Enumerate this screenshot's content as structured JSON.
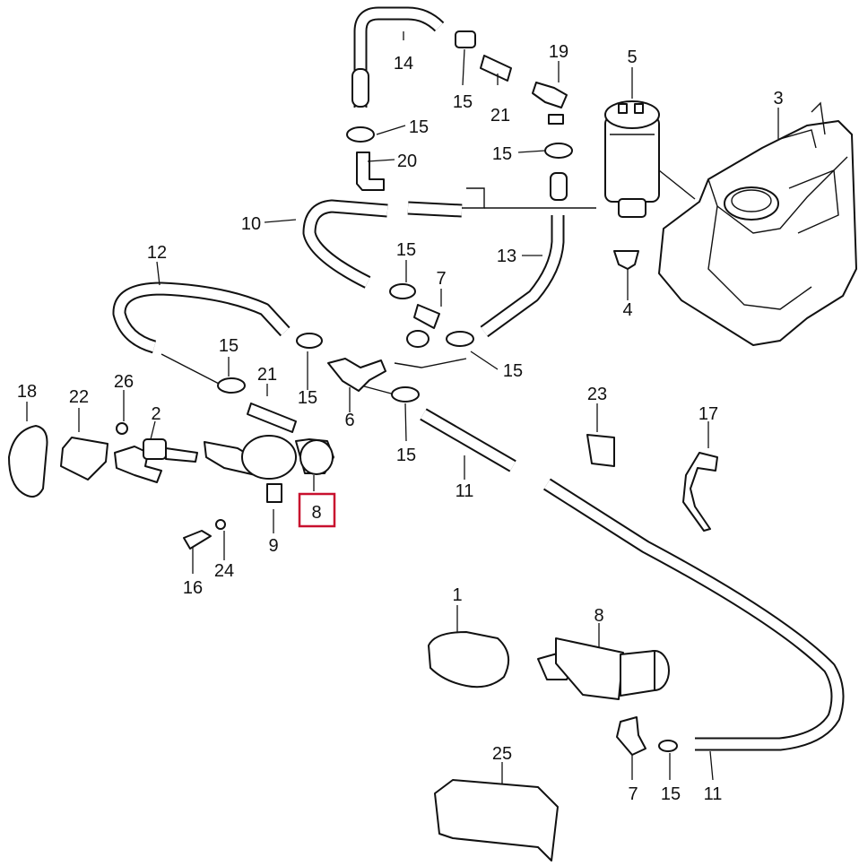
{
  "labels": {
    "l14": "14",
    "l19": "19",
    "l5": "5",
    "l3": "3",
    "l15a": "15",
    "l21a": "21",
    "l15b": "15",
    "l20": "20",
    "l15c": "15",
    "l10": "10",
    "l13": "13",
    "l15d": "15",
    "l7a": "7",
    "l4": "4",
    "l12": "12",
    "l15e": "15",
    "l15f": "15",
    "l21b": "21",
    "l15g": "15",
    "l6": "6",
    "l15h": "15",
    "l11a": "11",
    "l23": "23",
    "l17": "17",
    "l18": "18",
    "l22": "22",
    "l26": "26",
    "l2": "2",
    "l8a": "8",
    "l9": "9",
    "l16": "16",
    "l24": "24",
    "l1": "1",
    "l8b": "8",
    "l25": "25",
    "l7b": "7",
    "l15i": "15",
    "l11b": "11"
  },
  "highlight": {
    "color": "#c8102e"
  }
}
